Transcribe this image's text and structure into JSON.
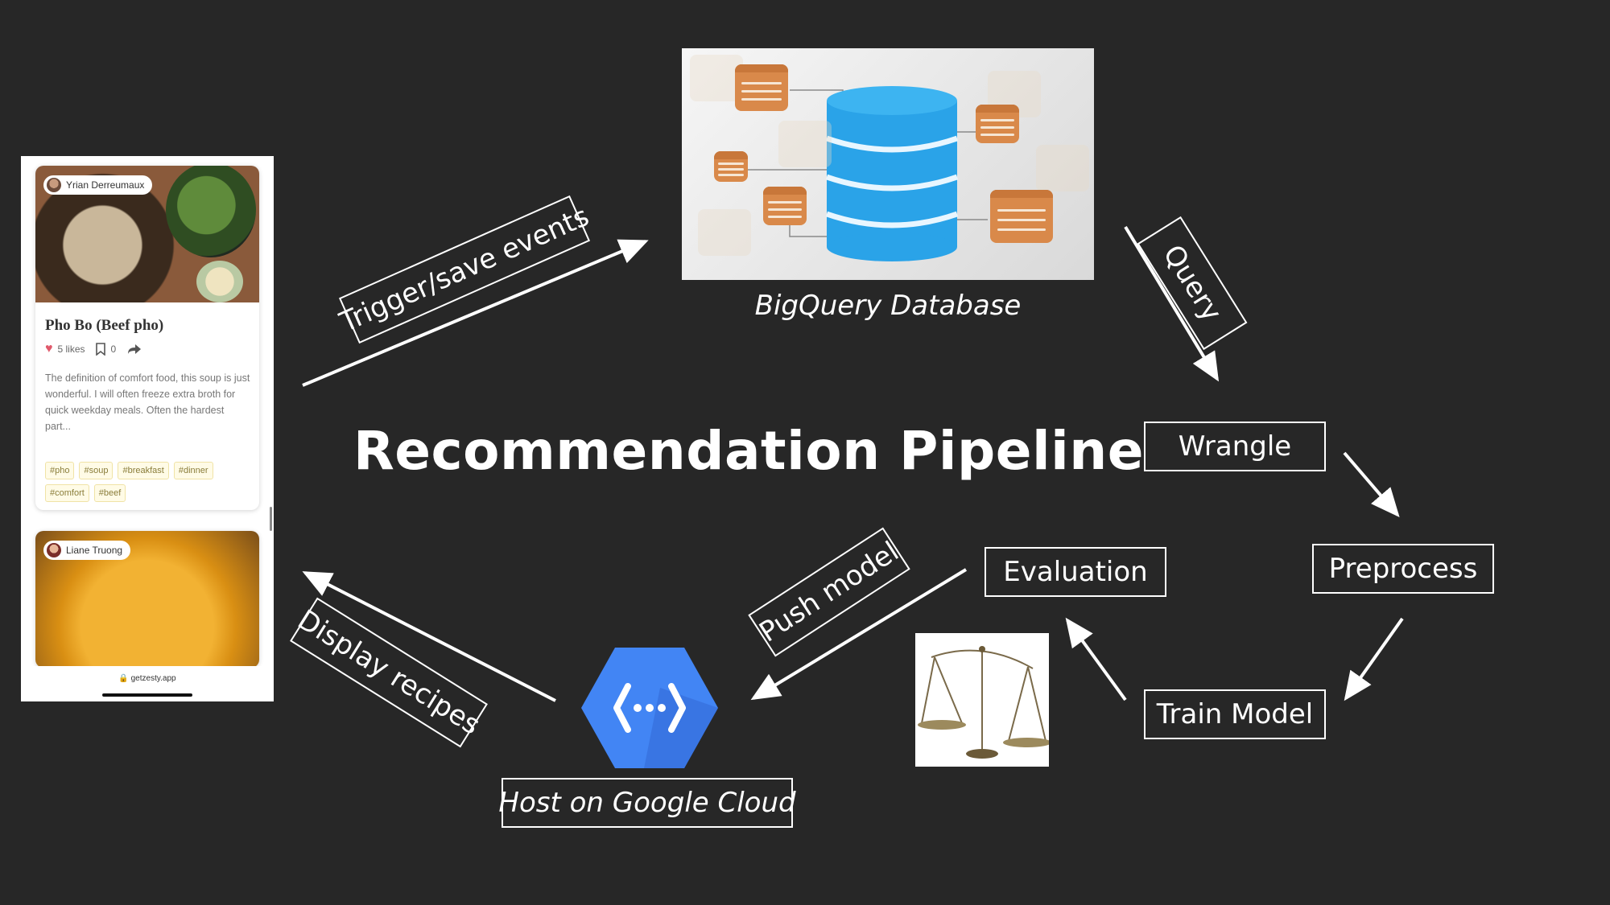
{
  "title": "Recommendation Pipeline",
  "app_card": {
    "recipe1": {
      "author": "Yrian Derreumaux",
      "title": "Pho Bo (Beef pho)",
      "likes": "5 likes",
      "saves": "0",
      "description": "The definition of comfort food, this soup is just wonderful. I will often freeze extra broth for quick weekday meals. Often the hardest part...",
      "tags": [
        "#pho",
        "#soup",
        "#breakfast",
        "#dinner",
        "#comfort",
        "#beef"
      ]
    },
    "recipe2": {
      "author": "Liane Truong"
    },
    "url": "🔒 getzesty.app"
  },
  "labels": {
    "trigger": "Trigger/save events",
    "bigquery": "BigQuery Database",
    "query": "Query",
    "wrangle": "Wrangle",
    "preprocess": "Preprocess",
    "train": "Train Model",
    "evaluation": "Evaluation",
    "push": "Push model",
    "host": "Host on Google Cloud",
    "display": "Display recipes"
  },
  "colors": {
    "background": "#272727",
    "foreground": "#ffffff",
    "db_blue": "#2aa3e8",
    "doc_orange": "#d9894a",
    "gcp_blue": "#4285f4"
  },
  "icons": [
    "heart-icon",
    "bookmark-icon",
    "share-icon",
    "database-icon",
    "scale-icon",
    "cloud-functions-icon"
  ]
}
